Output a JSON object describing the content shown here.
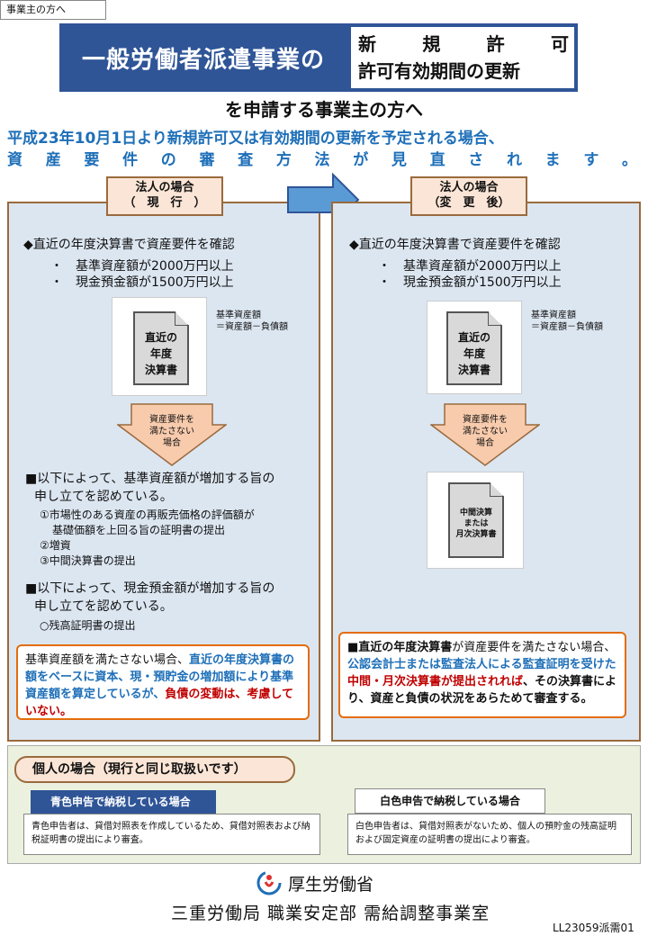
{
  "header": {
    "tag": "事業主の方へ",
    "title_main": "一般労働者派遣事業の",
    "title_right_l1": [
      "新",
      "規",
      "許",
      "可"
    ],
    "title_right_l2": "許可有効期間の更新",
    "subtitle": "を申請する事業主の方へ",
    "notice_l1": "平成23年10月1日より新規許可又は有効期間の更新を予定される場合、",
    "notice_l2": [
      "資",
      "産",
      "要",
      "件",
      "の",
      "審",
      "査",
      "方",
      "法",
      "が",
      "見",
      "直",
      "さ",
      "れ",
      "ま",
      "す",
      "。"
    ]
  },
  "left": {
    "label_l1": "法人の場合",
    "label_l2": "（　現　行　）",
    "heading": "◆直近の年度決算書で資産要件を確認",
    "bullet1": "・　基準資産額が2000万円以上",
    "bullet2": "・　現金預金額が1500万円以上",
    "formula_l1": "基準資産額",
    "formula_l2": "＝資産額－負債額",
    "doc_l1": "直近の",
    "doc_l2": "年度",
    "doc_l3": "決算書",
    "arrow_l1": "資産要件を",
    "arrow_l2": "満たさない",
    "arrow_l3": "場合",
    "sec1_l1": "■以下によって、基準資産額が増加する旨の",
    "sec1_l2": "申し立てを認めている。",
    "sec1_i1a": "①市場性のある資産の再販売価格の評価額が",
    "sec1_i1b": "基礎価額を上回る旨の証明書の提出",
    "sec1_i2": "②増資",
    "sec1_i3": "③中間決算書の提出",
    "sec2_l1": "■以下によって、現金預金額が増加する旨の",
    "sec2_l2": "申し立てを認めている。",
    "sec2_i1": "○残高証明書の提出",
    "note_p1": "基準資産額を満たさない場合、",
    "note_p2": "直近の年度決算書の額をベースに資本、現・預貯金の増加額により基準資産額を算定しているが、",
    "note_p3": "負債の変動は、考慮していない。"
  },
  "right": {
    "label_l1": "法人の場合",
    "label_l2": "（変　更　後）",
    "heading": "◆直近の年度決算書で資産要件を確認",
    "bullet1": "・　基準資産額が2000万円以上",
    "bullet2": "・　現金預金額が1500万円以上",
    "formula_l1": "基準資産額",
    "formula_l2": "＝資産額－負債額",
    "doc_l1": "直近の",
    "doc_l2": "年度",
    "doc_l3": "決算書",
    "arrow_l1": "資産要件を",
    "arrow_l2": "満たさない",
    "arrow_l3": "場合",
    "doc2_l1": "中間決算",
    "doc2_l2": "または",
    "doc2_l3": "月次決算書",
    "note_p1": "■直近の年度決算書",
    "note_p2": "が資産要件を満たさない場合、",
    "note_p3": "公認会計士または監査法人による監査証明を受けた",
    "note_p4": "中間・月次決算書が提出されれば",
    "note_p5": "、その決算書により、資産と負債の状況をあらためて審査する。"
  },
  "individual": {
    "label": "個人の場合（現行と同じ取扱いです）",
    "blue_title": "青色申告で納税している場合",
    "blue_text": "青色申告者は、貸借対照表を作成しているため、貸借対照表および納税証明書の提出により審査。",
    "white_title": "白色申告で納税している場合",
    "white_text": "白色申告者は、貸借対照表がないため、個人の預貯金の残高証明および固定資産の証明書の提出により審査。"
  },
  "footer": {
    "ministry": "厚生労働省",
    "bureau": "三重労働局 職業安定部 需給調整事業室",
    "code": "LL23059派需01"
  },
  "colors": {
    "navy": "#2f5597",
    "blue_text": "#1e6fb8",
    "red_text": "#c00000",
    "panel_bg": "#dce6f1",
    "label_bg": "#fbe5d6",
    "individual_bg": "#ebf1de",
    "arrow_fill": "#f8cbad"
  }
}
